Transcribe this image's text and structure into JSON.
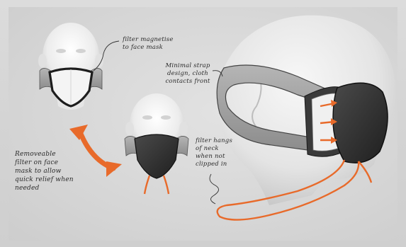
{
  "annotations": {
    "filter_magnetise": "filter magnetise\nto face mask",
    "strap": "Minimal strap\ndesign, cloth\ncontacts front",
    "filter_hangs": "filter hangs\nof neck\nwhen not\nclipped in",
    "removable": "Removeable\nfilter on face\nmask to allow\nquick relief when\nneeded"
  },
  "colors": {
    "accent_orange": "#e86a2a",
    "mask_dark": "#2e2e2e",
    "strap_grey": "#9a9a9a",
    "head_white": "#f2f2f2"
  }
}
